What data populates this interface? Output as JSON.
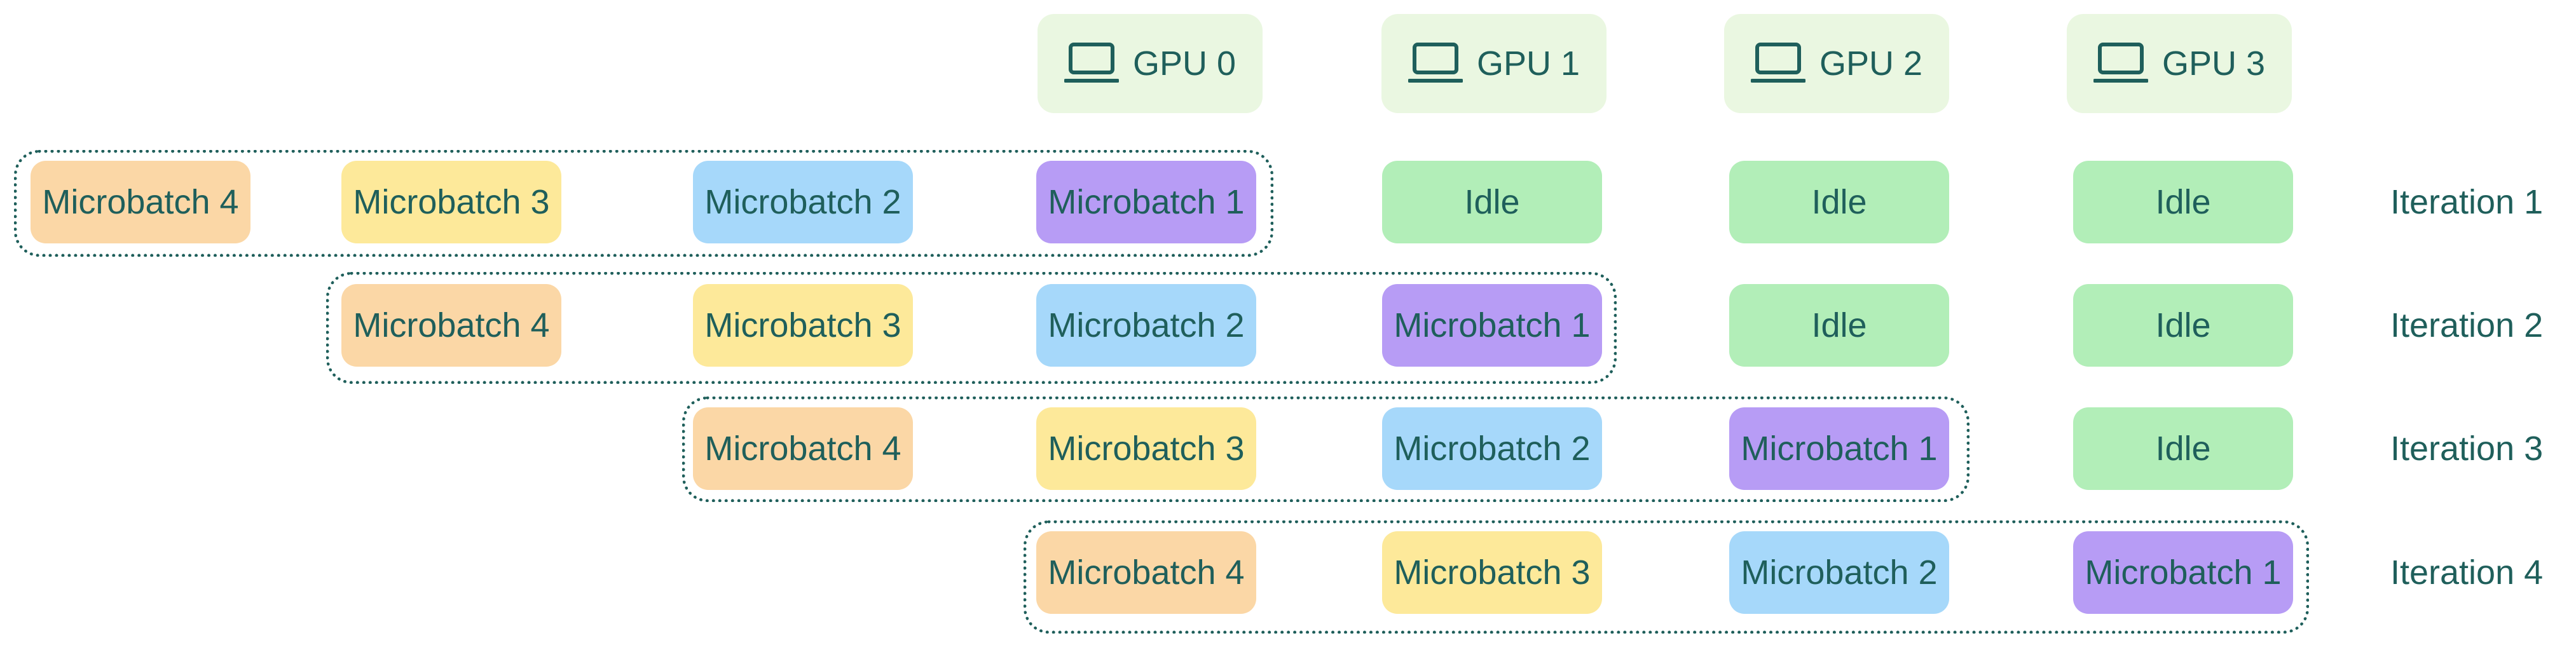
{
  "gpus": [
    {
      "label": "GPU 0",
      "icon": "laptop-icon"
    },
    {
      "label": "GPU 1",
      "icon": "laptop-icon"
    },
    {
      "label": "GPU 2",
      "icon": "laptop-icon"
    },
    {
      "label": "GPU 3",
      "icon": "laptop-icon"
    }
  ],
  "colors": {
    "text": "#1f5f5b",
    "header_bg": "#eaf7e1",
    "Microbatch 1": "#b79cf5",
    "Microbatch 2": "#a6d8fa",
    "Microbatch 3": "#fde99a",
    "Microbatch 4": "#fbd7a6",
    "Idle": "#b2eeb8"
  },
  "iterations": [
    {
      "label": "Iteration 1",
      "cells": [
        "Microbatch 4",
        "Microbatch 3",
        "Microbatch 2",
        "Microbatch 1",
        "Idle",
        "Idle",
        "Idle"
      ]
    },
    {
      "label": "Iteration 2",
      "cells": [
        "Microbatch 4",
        "Microbatch 3",
        "Microbatch 2",
        "Microbatch 1",
        "Idle",
        "Idle"
      ]
    },
    {
      "label": "Iteration 3",
      "cells": [
        "Microbatch 4",
        "Microbatch 3",
        "Microbatch 2",
        "Microbatch 1",
        "Idle"
      ]
    },
    {
      "label": "Iteration 4",
      "cells": [
        "Microbatch 4",
        "Microbatch 3",
        "Microbatch 2",
        "Microbatch 1"
      ]
    }
  ]
}
